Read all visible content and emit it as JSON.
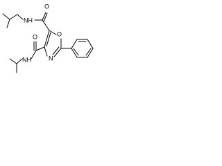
{
  "structure": {
    "atoms": {
      "amide_oxygen_upper": "O",
      "amide_nitrogen_upper": "NH",
      "ring_oxygen": "O",
      "amide_nitrogen_lower": "NH",
      "amide_oxygen_lower": "O",
      "ring_nitrogen": "N"
    },
    "colors": {
      "bonds": "#000000",
      "labels": "#000000",
      "background": "#ffffff"
    }
  }
}
